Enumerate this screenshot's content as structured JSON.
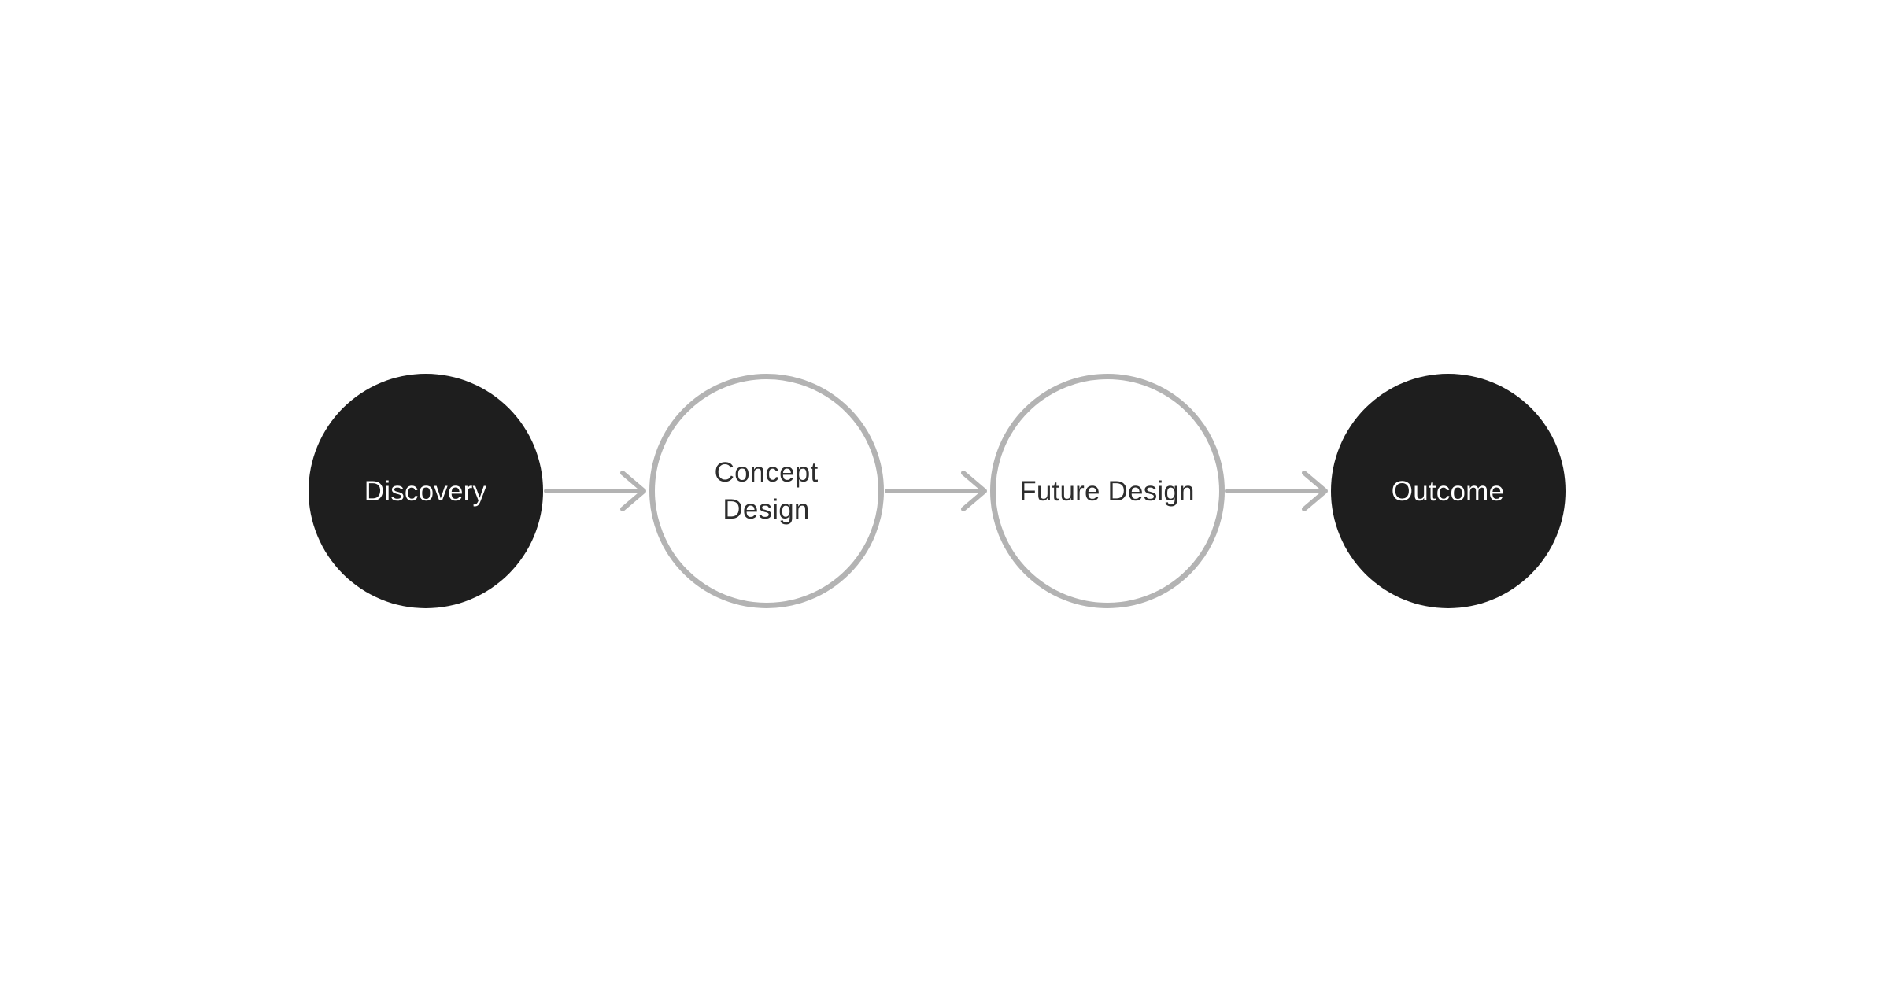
{
  "theme": {
    "background": "#ffffff",
    "node_fill_dark": "#1e1e1e",
    "node_outline": "#b3b3b3",
    "connector": "#b3b3b3",
    "text_on_dark": "#ffffff",
    "text_on_light": "#2d2d2d"
  },
  "diagram": {
    "type": "flow",
    "direction": "left-to-right",
    "nodes": [
      {
        "id": "discovery",
        "label": "Discovery",
        "lines": [
          "Discovery"
        ],
        "variant": "filled"
      },
      {
        "id": "concept-design",
        "label": "Concept Design",
        "lines": [
          "Concept",
          "Design"
        ],
        "variant": "outlined"
      },
      {
        "id": "future-design",
        "label": "Future Design",
        "lines": [
          "Future Design"
        ],
        "variant": "outlined"
      },
      {
        "id": "outcome",
        "label": "Outcome",
        "lines": [
          "Outcome"
        ],
        "variant": "filled"
      }
    ],
    "connectors": [
      {
        "from": "discovery",
        "to": "concept-design",
        "style": "arrow-right"
      },
      {
        "from": "concept-design",
        "to": "future-design",
        "style": "arrow-right"
      },
      {
        "from": "future-design",
        "to": "outcome",
        "style": "arrow-right"
      }
    ]
  }
}
